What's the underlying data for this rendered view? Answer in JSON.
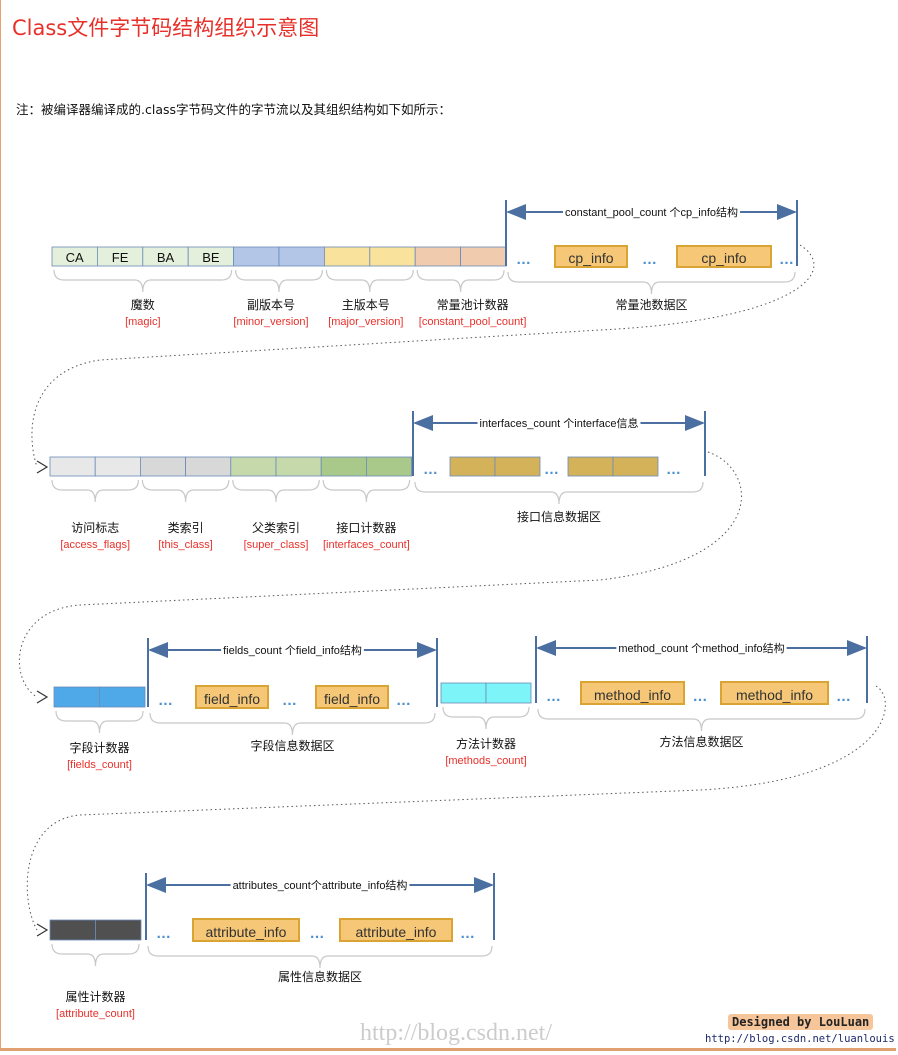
{
  "title": "Class文件字节码结构组织示意图",
  "note": "注：被编译器编译成的.class字节码文件的字节流以及其组织结构如下如所示：",
  "colors": {
    "title": "#e8302a",
    "label_en": "#e8302a",
    "arrow": "#4a6fa0",
    "info_box": "#f5c776",
    "info_border": "#d9a434"
  },
  "rows": [
    {
      "groups": [
        {
          "cells": [
            "CA",
            "FE",
            "BA",
            "BE"
          ],
          "fill": "#e4efdc",
          "label": "魔数",
          "label_en": "[magic]"
        },
        {
          "cells": [
            "",
            ""
          ],
          "fill": "#b4c6e7",
          "label": "副版本号",
          "label_en": "[minor_version]"
        },
        {
          "cells": [
            "",
            ""
          ],
          "fill": "#f8e29c",
          "label": "主版本号",
          "label_en": "[major_version]"
        },
        {
          "cells": [
            "",
            ""
          ],
          "fill": "#f1cbad",
          "label": "常量池计数器",
          "label_en": "[constant_pool_count]"
        }
      ],
      "region": {
        "span_label": "constant_pool_count 个cp_info结构",
        "items": [
          "cp_info",
          "cp_info"
        ],
        "label": "常量池数据区"
      }
    },
    {
      "groups": [
        {
          "cells": [
            "",
            ""
          ],
          "fill": "#e8e8e8",
          "label": "访问标志",
          "label_en": "[access_flags]"
        },
        {
          "cells": [
            "",
            ""
          ],
          "fill": "#d8d8d8",
          "label": "类索引",
          "label_en": "[this_class]"
        },
        {
          "cells": [
            "",
            ""
          ],
          "fill": "#c6d9ab",
          "label": "父类索引",
          "label_en": "[super_class]"
        },
        {
          "cells": [
            "",
            ""
          ],
          "fill": "#a8c98a",
          "label": "接口计数器",
          "label_en": "[interfaces_count]"
        }
      ],
      "region": {
        "span_label": "interfaces_count 个interface信息",
        "items": [
          "",
          ""
        ],
        "label": "接口信息数据区"
      }
    },
    {
      "groups": [
        {
          "cells": [
            "",
            ""
          ],
          "fill": "#4fa8e8",
          "label": "字段计数器",
          "label_en": "[fields_count]"
        }
      ],
      "region": {
        "span_label": "fields_count 个field_info结构",
        "items": [
          "field_info",
          "field_info"
        ],
        "label": "字段信息数据区"
      },
      "groups2": [
        {
          "cells": [
            "",
            ""
          ],
          "fill": "#7df5f8",
          "label": "方法计数器",
          "label_en": "[methods_count]"
        }
      ],
      "region2": {
        "span_label": "method_count 个method_info结构",
        "items": [
          "method_info",
          "method_info"
        ],
        "label": "方法信息数据区"
      }
    },
    {
      "groups": [
        {
          "cells": [
            "",
            ""
          ],
          "fill": "#505050",
          "label": "属性计数器",
          "label_en": "[attribute_count]"
        }
      ],
      "region": {
        "span_label": "attributes_count个attribute_info结构",
        "items": [
          "attribute_info",
          "attribute_info"
        ],
        "label": "属性信息数据区"
      }
    }
  ],
  "ellipsis": "…",
  "designed_by": "Designed by LouLuan",
  "url": "http://blog.csdn.net/luanlouis",
  "watermark": "http://blog.csdn.net/"
}
